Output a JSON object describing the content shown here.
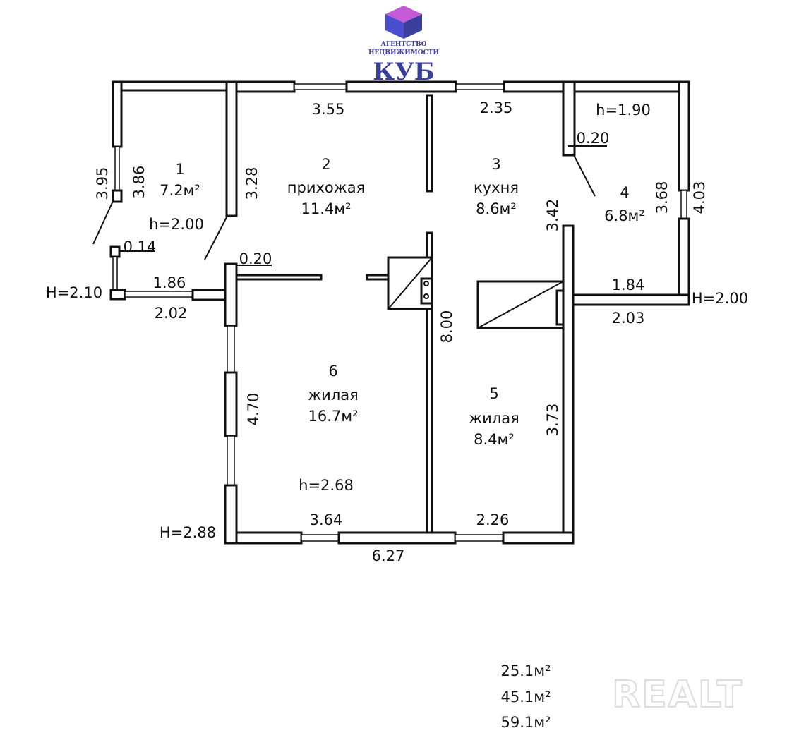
{
  "logo": {
    "line1": "АГЕНТСТВО",
    "line2": "НЕДВИЖИМОСТИ",
    "brand": "КУБ",
    "colors": {
      "top": "#c35ad6",
      "left": "#4a4fd0",
      "right": "#3a3f9c"
    }
  },
  "watermark": "REALT",
  "rooms": [
    {
      "num": "1",
      "name": "",
      "area": "7.2м²"
    },
    {
      "num": "2",
      "name": "прихожая",
      "area": "11.4м²"
    },
    {
      "num": "3",
      "name": "кухня",
      "area": "8.6м²"
    },
    {
      "num": "4",
      "name": "",
      "area": "6.8м²"
    },
    {
      "num": "5",
      "name": "жилая",
      "area": "8.4м²"
    },
    {
      "num": "6",
      "name": "жилая",
      "area": "16.7м²"
    }
  ],
  "dims": {
    "d355": "3.55",
    "d235": "2.35",
    "h190": "h=1.90",
    "d020a": "0.20",
    "d395": "3.95",
    "d386": "3.86",
    "d328": "3.28",
    "h200": "h=2.00",
    "d014": "0.14",
    "d020b": "0.20",
    "H210": "H=2.10",
    "d186": "1.86",
    "d202": "2.02",
    "d342": "3.42",
    "d368": "3.68",
    "d403": "4.03",
    "d184": "1.84",
    "H200": "H=2.00",
    "d203": "2.03",
    "d800": "8.00",
    "d470": "4.70",
    "d373": "3.73",
    "h268": "h=2.68",
    "d364": "3.64",
    "d226": "2.26",
    "H288": "H=2.88",
    "d627": "6.27"
  },
  "totals": [
    "25.1м²",
    "45.1м²",
    "59.1м²"
  ]
}
